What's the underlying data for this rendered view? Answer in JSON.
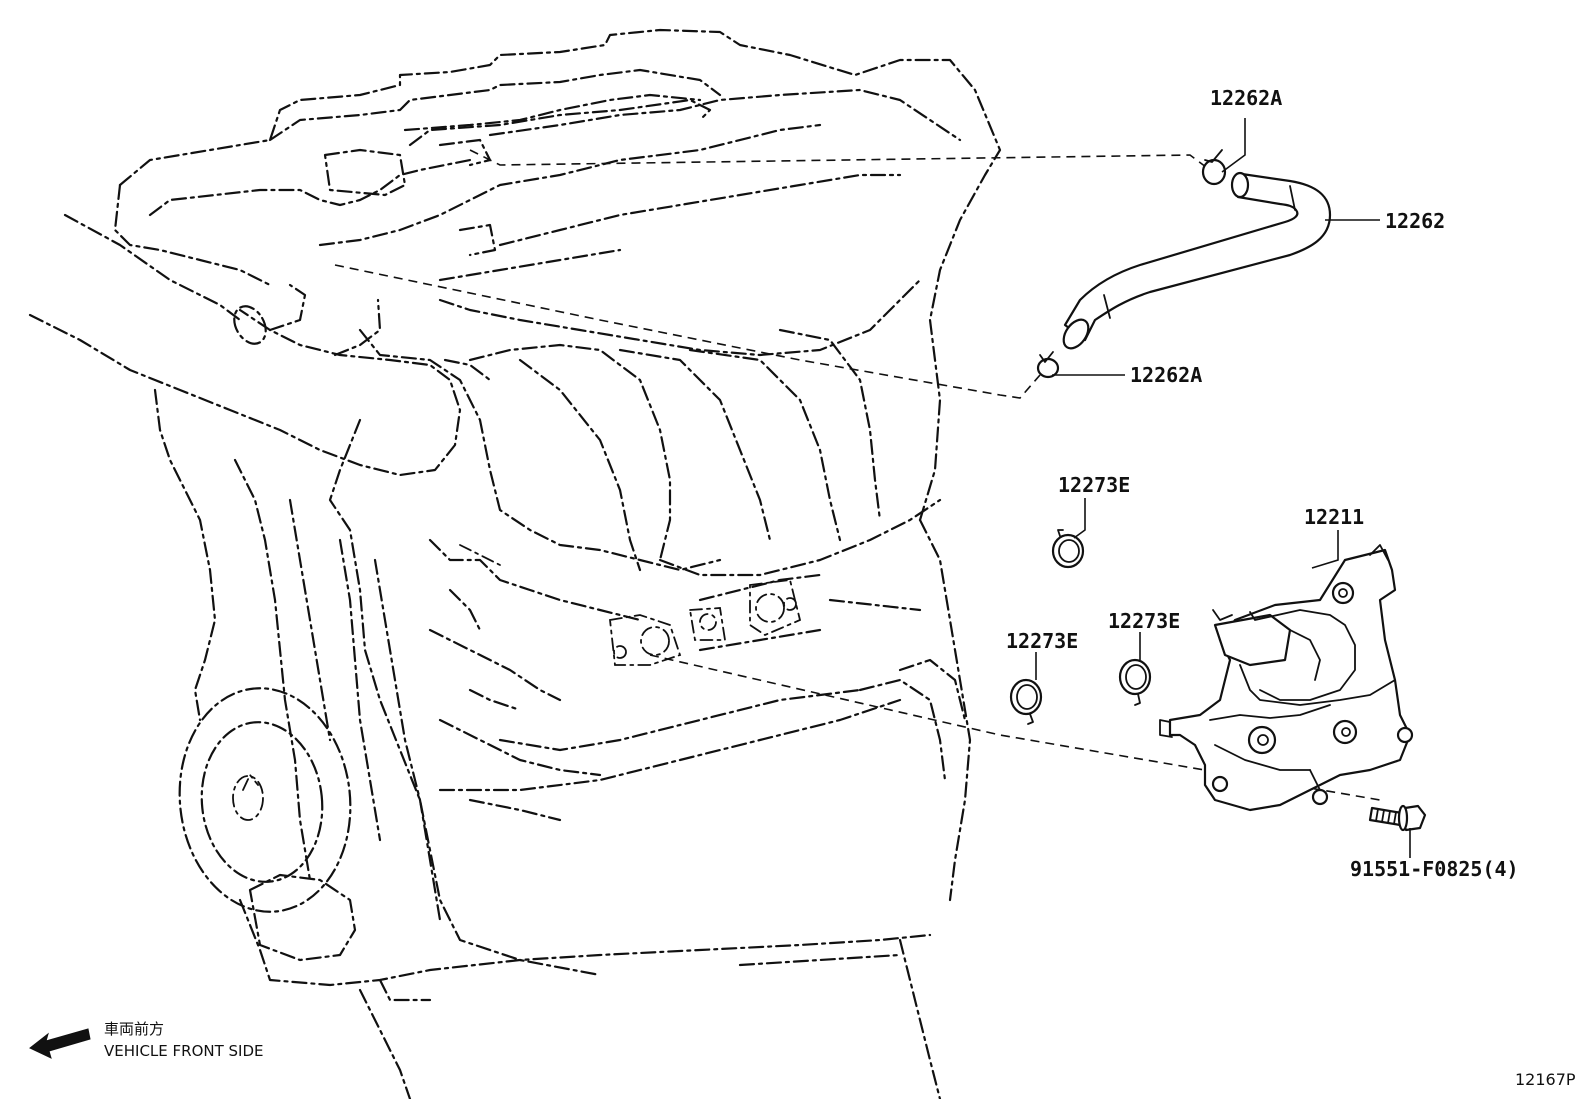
{
  "labels": {
    "hose_clip_top": "12262A",
    "hose": "12262",
    "hose_clip_bottom": "12262A",
    "gasket_a": "12273E",
    "gasket_b": "12273E",
    "gasket_c": "12273E",
    "separator": "12211",
    "bolt": "91551-F0825(4)"
  },
  "orientation": {
    "japanese": "車両前方",
    "english": "VEHICLE FRONT SIDE"
  },
  "illustration_ref": "12167P"
}
